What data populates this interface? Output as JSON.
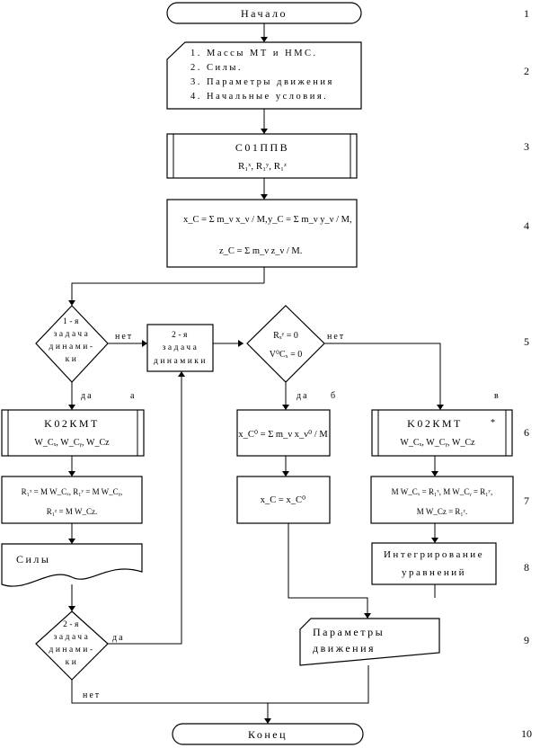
{
  "start": "Начало",
  "end": "Конец",
  "input_lines": [
    "1. Массы МТ и НМС.",
    "2. Силы.",
    "3. Параметры движения",
    "4. Начальные условия."
  ],
  "subproc_c01": {
    "title": "C01ППВ",
    "text": "R₁ˣ, R₁ʸ, R₁ᶻ"
  },
  "formulas": {
    "xc": "x_C = Σ m_ν x_ν / M,",
    "yc": "y_C = Σ m_ν y_ν / M,",
    "zc": "z_C = Σ m_ν z_ν / M."
  },
  "decision_1": {
    "lines": [
      "1-я",
      "задача",
      "динами-",
      "ки"
    ]
  },
  "task_2": {
    "lines": [
      "2-я",
      "задача",
      "динамики"
    ]
  },
  "decision_rv": {
    "lines": [
      "Rₓᵉ = 0",
      "V⁰Cₓ = 0"
    ]
  },
  "labels": {
    "yes": "да",
    "no": "нет",
    "a": "а",
    "b": "б",
    "v": "в",
    "star": "*"
  },
  "subproc_k02_left": {
    "title": "K02КМТ",
    "text": "W_Cₓ, W_Cᵧ, W_Cz"
  },
  "subproc_k02_right": {
    "title": "K02КМТ",
    "text": "W_Cₓ, W_Cᵧ, W_Cz"
  },
  "xc0_formula": "x_C⁰ = Σ m_ν x_ν⁰ / M",
  "xc_eq": "x_C = x_C⁰",
  "forces_left": {
    "line1": "R₁ˣ = M W_Cₓ, R₁ʸ = M W_Cᵧ,",
    "line2": "R₁ᶻ = M W_Cz."
  },
  "forces_right": {
    "line1": "M W_Cₓ = R₁ˣ, M W_Cᵧ = R₁ʸ,",
    "line2": "M W_Cz = R₁ᶻ."
  },
  "forces_doc": "Силы",
  "integration": {
    "lines": [
      "Интегрирование",
      "уравнений"
    ]
  },
  "params_doc": {
    "lines": [
      "Параметры",
      "движения"
    ]
  },
  "decision_2": {
    "lines": [
      "2-я",
      "задача",
      "динами-",
      "ки"
    ]
  },
  "step_numbers": [
    "1",
    "2",
    "3",
    "4",
    "5",
    "6",
    "7",
    "8",
    "9",
    "10"
  ]
}
